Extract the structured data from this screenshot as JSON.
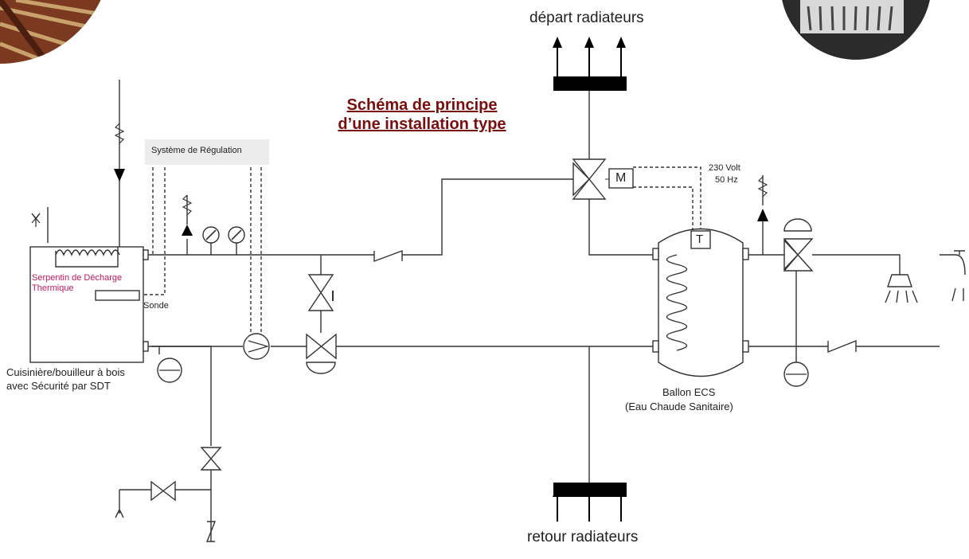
{
  "title": {
    "line1": "Schéma de principe",
    "line2": "d’une installation type"
  },
  "labels": {
    "depart": "départ radiateurs",
    "retour": "retour radiateurs",
    "regulation": "Système de Régulation",
    "serpentin_line1": "Serpentin de Décharge",
    "serpentin_line2": "Thermique",
    "sonde": "Sonde",
    "cuisiniere_line1": "Cuisinière/bouilleur à bois",
    "cuisiniere_line2": "avec Sécurité par SDT",
    "volt_line1": "230 Volt",
    "volt_line2": "50 Hz",
    "motor": "M",
    "thermostat": "T",
    "ballon_line1": "Ballon ECS",
    "ballon_line2": "(Eau Chaude Sanitaire)"
  },
  "colors": {
    "title": "#7a0d0d",
    "serpentin_label": "#c2185b",
    "line": "#333333",
    "wood_photo": "#7b3a1f",
    "stove_photo": "#2b2b2b"
  },
  "icons": [
    "wood-floor-photo",
    "stove-photo",
    "pump-icon",
    "valve-icon",
    "three-way-valve-icon",
    "check-valve-icon",
    "expansion-vessel-icon",
    "pressure-gauge-icon",
    "shower-icon",
    "tap-icon",
    "drain-icon",
    "safety-valve-icon"
  ]
}
